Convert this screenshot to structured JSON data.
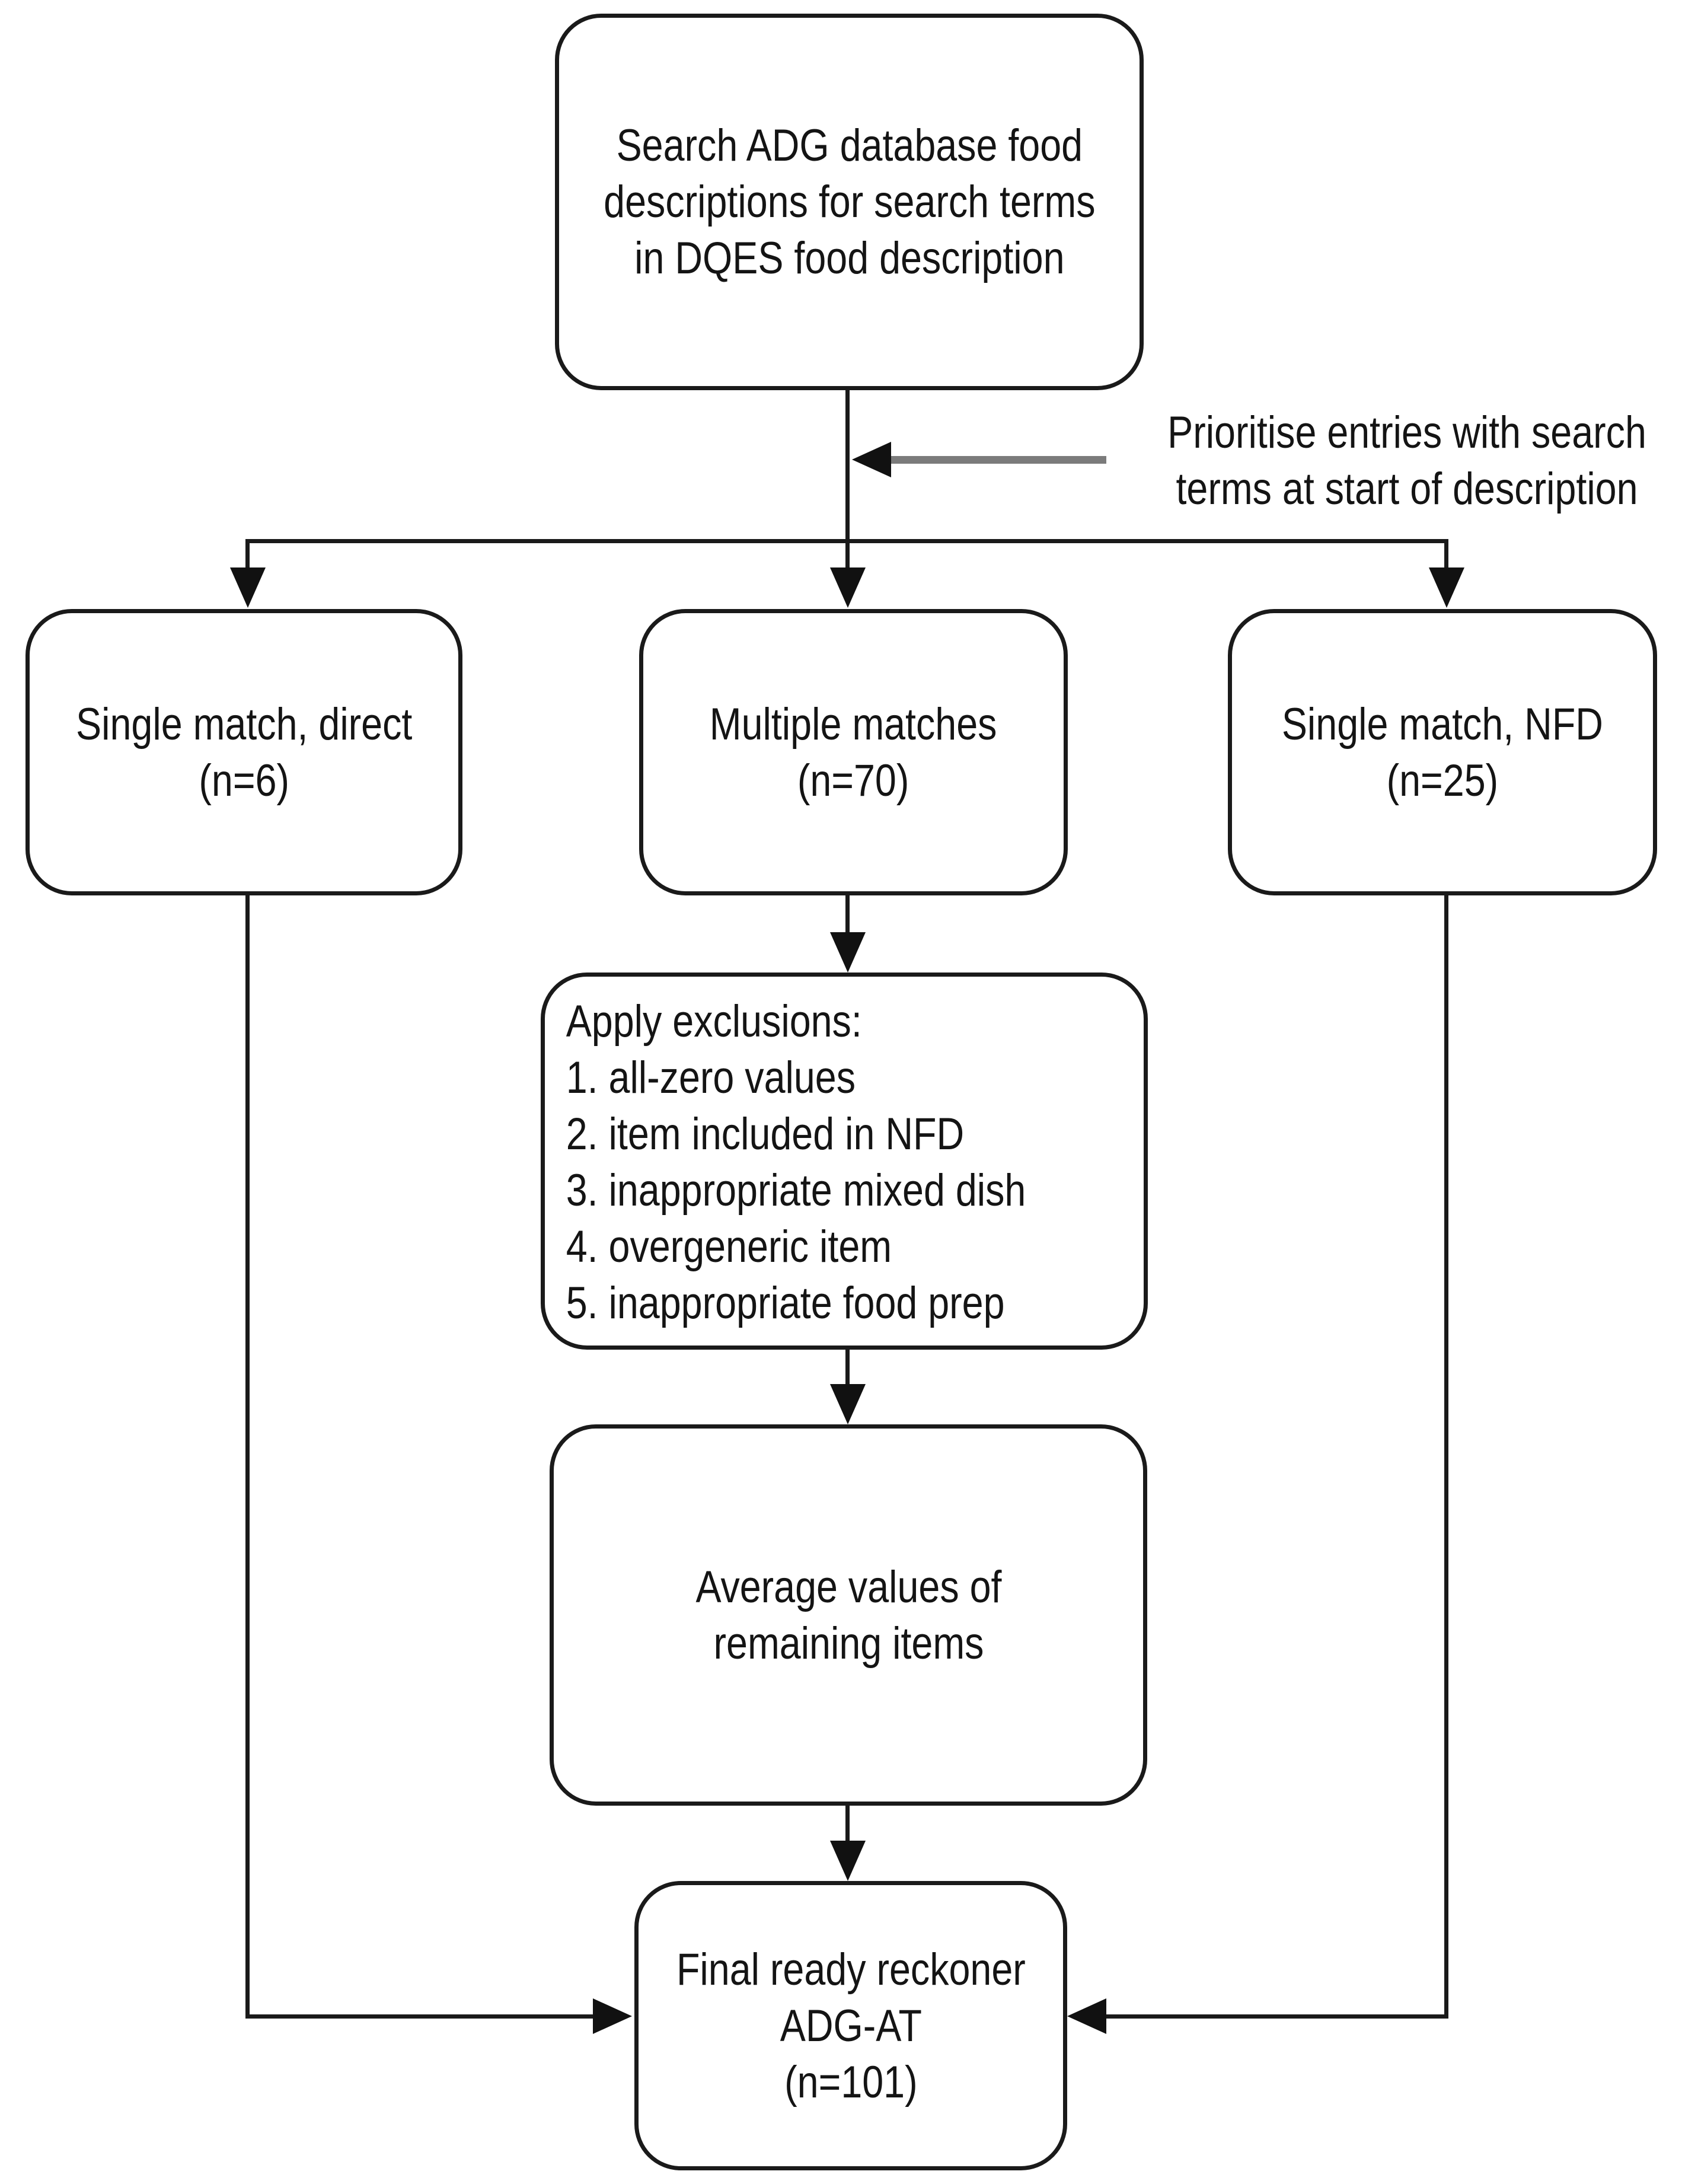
{
  "diagram": {
    "background": "#ffffff",
    "line_color": "#1a1a1a",
    "annotation_arrow_color": "#7b7b7b",
    "nodes": {
      "search": {
        "lines": [
          "Search ADG database food",
          "descriptions for search terms",
          "in DQES food description"
        ]
      },
      "single_direct": {
        "lines": [
          "Single match, direct",
          "(n=6)"
        ]
      },
      "multiple": {
        "lines": [
          "Multiple matches",
          "(n=70)"
        ]
      },
      "single_nfd": {
        "lines": [
          "Single match, NFD",
          "(n=25)"
        ]
      },
      "exclusions": {
        "lines": [
          "Apply exclusions:",
          "1. all-zero values",
          "2. item included in NFD",
          "3. inappropriate mixed dish",
          "4. overgeneric item",
          "5. inappropriate food prep"
        ]
      },
      "average": {
        "lines": [
          "Average values of",
          "remaining items"
        ]
      },
      "final": {
        "lines": [
          "Final ready reckoner",
          "ADG-AT",
          "(n=101)"
        ]
      }
    },
    "annotation": {
      "lines": [
        "Prioritise entries with search",
        "terms at start of description"
      ]
    }
  }
}
